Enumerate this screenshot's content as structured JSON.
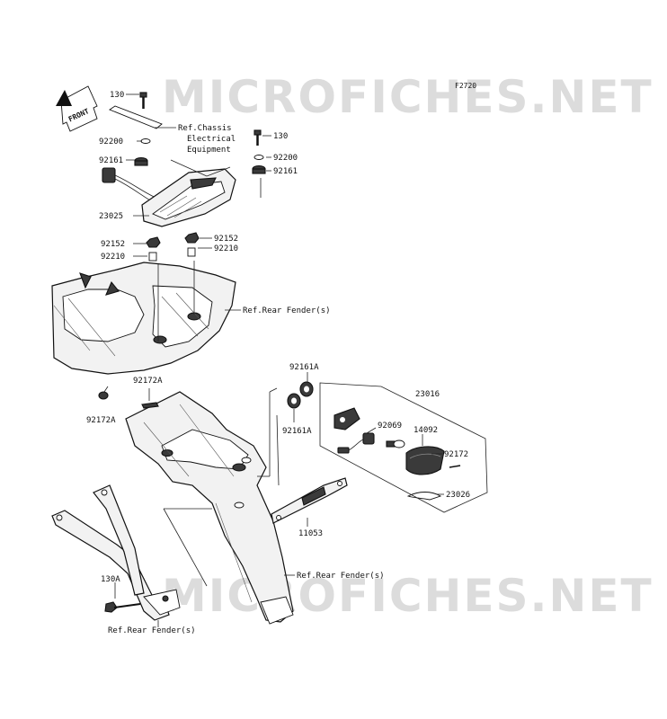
{
  "watermark": "MICROFICHES.NET",
  "diagram_code": "F2720",
  "front_label": "FRONT",
  "refs": {
    "chassis": [
      "Ref.Chassis",
      "Electrical",
      "Equipment"
    ],
    "rear_fender_1": "Ref.Rear Fender(s)",
    "rear_fender_2": "Ref.Rear Fender(s)",
    "rear_fender_3": "Ref.Rear Fender(s)"
  },
  "callouts": {
    "c130_a": "130",
    "c92200_a": "92200",
    "c92161_a": "92161",
    "c23025": "23025",
    "c92152_a": "92152",
    "c92210_a": "92210",
    "c130_b": "130",
    "c92200_b": "92200",
    "c92161_b": "92161",
    "c92152_b": "92152",
    "c92210_b": "92210",
    "c92161A_a": "92161A",
    "c92161A_b": "92161A",
    "c23016": "23016",
    "c92069": "92069",
    "c14092": "14092",
    "c92172": "92172",
    "c23026": "23026",
    "c11053": "11053",
    "c92172A_a": "92172A",
    "c92172A_b": "92172A",
    "c130A": "130A"
  }
}
